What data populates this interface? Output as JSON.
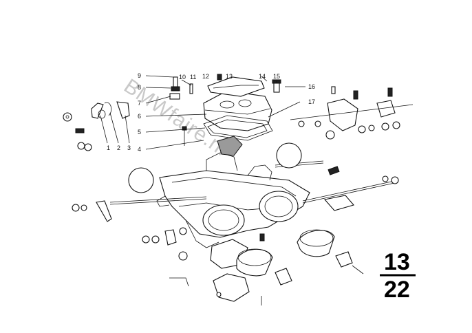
{
  "callouts": [
    "1",
    "2",
    "3",
    "4",
    "5",
    "6",
    "7",
    "8",
    "9",
    "10",
    "11",
    "12",
    "13",
    "14",
    "15",
    "16",
    "17"
  ],
  "page_ref": {
    "top": "13",
    "bottom": "22"
  },
  "watermark": "BMWfaire.nl"
}
